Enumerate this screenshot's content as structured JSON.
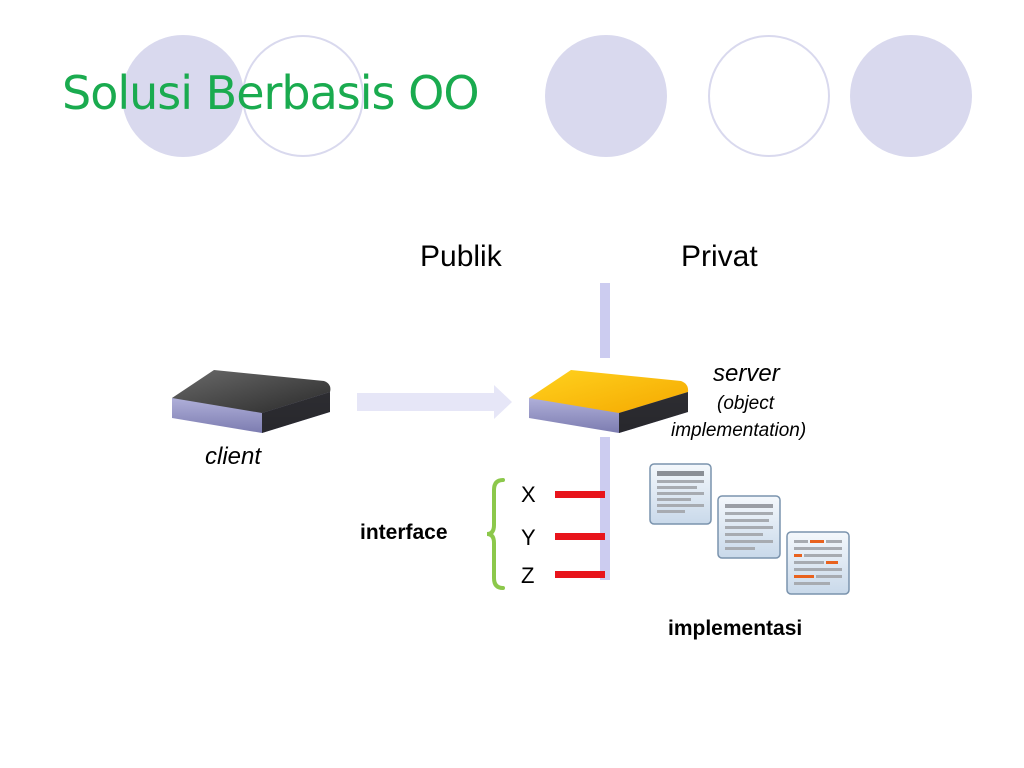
{
  "slide": {
    "title": "Solusi Berbasis OO",
    "colors": {
      "title": "#1aab4f",
      "circles": "#d9d9ee",
      "divider": "#ccccf0",
      "client_box": "#4a4a4a",
      "server_box": "#ffc000",
      "box_side": "#9a9ac8",
      "interface_marks": "#e8141b",
      "brace": "#8cc84b",
      "arrow": "#e6e6f7"
    }
  },
  "diagram": {
    "publik_label": "Publik",
    "privat_label": "Privat",
    "client_label": "client",
    "server_label": "server",
    "server_sub_line1": "(object",
    "server_sub_line2": "implementation)",
    "interface_label": "interface",
    "interface_items": [
      "X",
      "Y",
      "Z"
    ],
    "implementation_label": "implementasi",
    "icons": {
      "client": "device-box-icon",
      "server": "device-box-icon",
      "implementation": "document-icon"
    }
  }
}
